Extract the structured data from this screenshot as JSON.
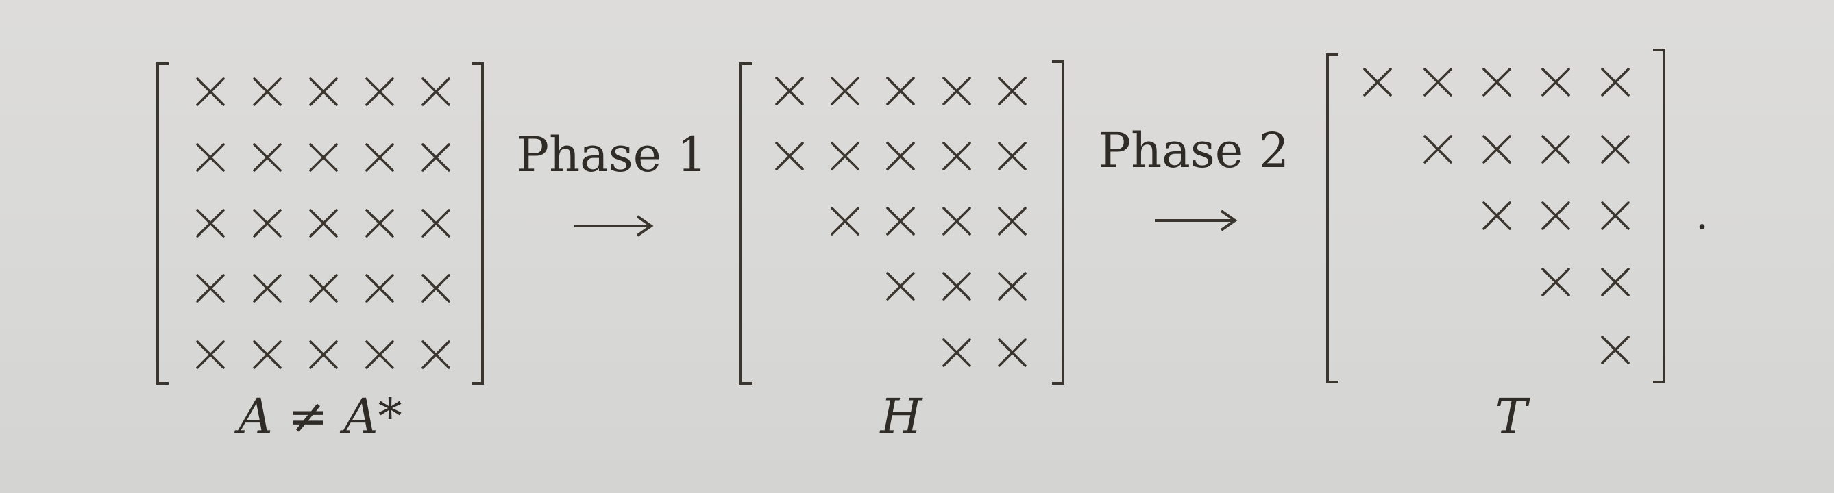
{
  "matrices": [
    {
      "label": "A ≠ A*",
      "rows": [
        [
          "×",
          "×",
          "×",
          "×",
          "×"
        ],
        [
          "×",
          "×",
          "×",
          "×",
          "×"
        ],
        [
          "×",
          "×",
          "×",
          "×",
          "×"
        ],
        [
          "×",
          "×",
          "×",
          "×",
          "×"
        ],
        [
          "×",
          "×",
          "×",
          "×",
          "×"
        ]
      ]
    },
    {
      "label": "H",
      "rows": [
        [
          "×",
          "×",
          "×",
          "×",
          "×"
        ],
        [
          "×",
          "×",
          "×",
          "×",
          "×"
        ],
        [
          "",
          "×",
          "×",
          "×",
          "×"
        ],
        [
          "",
          "",
          "×",
          "×",
          "×"
        ],
        [
          "",
          "",
          "",
          "×",
          "×"
        ]
      ]
    },
    {
      "label": "T",
      "rows": [
        [
          "×",
          "×",
          "×",
          "×",
          "×"
        ],
        [
          "",
          "×",
          "×",
          "×",
          "×"
        ],
        [
          "",
          "",
          "×",
          "×",
          "×"
        ],
        [
          "",
          "",
          "",
          "×",
          "×"
        ],
        [
          "",
          "",
          "",
          "",
          "×"
        ]
      ]
    }
  ],
  "transitions": [
    {
      "label": "Phase 1",
      "arrow": "⟶"
    },
    {
      "label": "Phase 2",
      "arrow": "⟶"
    }
  ],
  "trailing_punctuation": "."
}
